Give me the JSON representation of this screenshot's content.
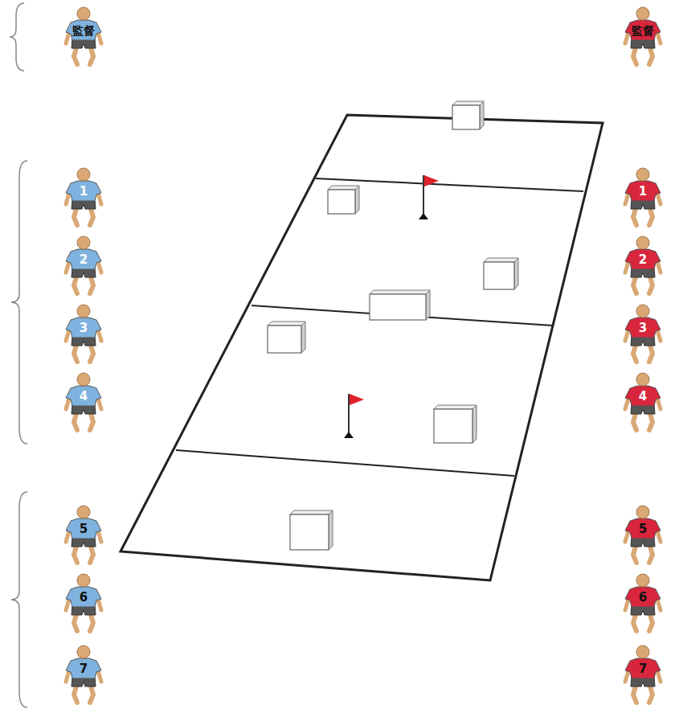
{
  "diagram": {
    "labels": [
      "監督",
      "監督",
      "1",
      "1",
      "2",
      "2",
      "3",
      "3",
      "4",
      "4",
      "5",
      "5",
      "6",
      "6",
      "7",
      "7"
    ]
  }
}
